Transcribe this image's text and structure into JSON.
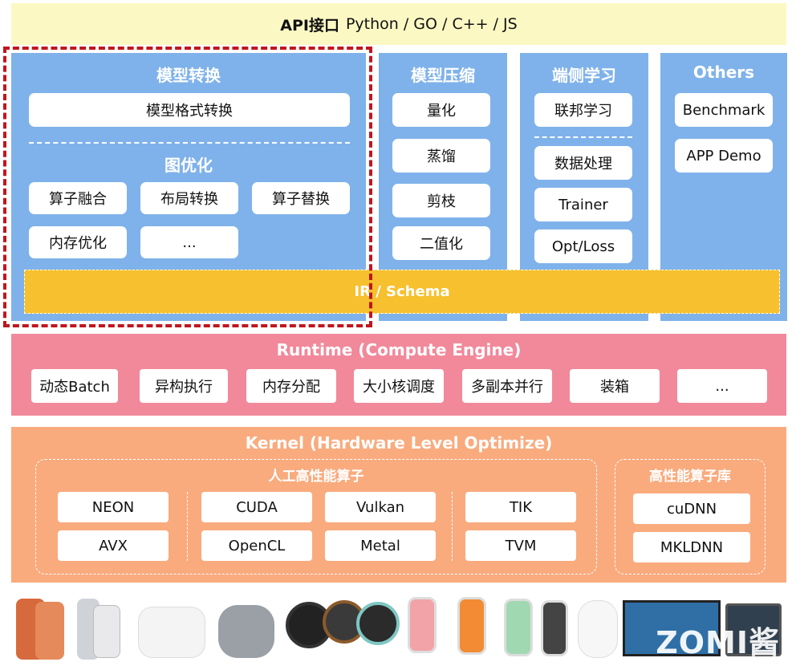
{
  "api": {
    "bold": "API接口",
    "langs": "Python / GO / C++ / JS"
  },
  "model_convert": {
    "title": "模型转换",
    "format": "模型格式转换",
    "graph_opt_title": "图优化",
    "items": [
      "算子融合",
      "布局转换",
      "算子替换",
      "内存优化",
      "..."
    ]
  },
  "compression": {
    "title": "模型压缩",
    "items": [
      "量化",
      "蒸馏",
      "剪枝",
      "二值化"
    ]
  },
  "ondevice": {
    "title": "端侧学习",
    "items": [
      "联邦学习",
      "数据处理",
      "Trainer",
      "Opt/Loss"
    ]
  },
  "others": {
    "title": "Others",
    "items": [
      "Benchmark",
      "APP Demo"
    ]
  },
  "ir": "IR / Schema",
  "runtime": {
    "title": "Runtime (Compute Engine)",
    "items": [
      "动态Batch",
      "异构执行",
      "内存分配",
      "大小核调度",
      "多副本并行",
      "装箱",
      "..."
    ]
  },
  "kernel": {
    "title": "Kernel (Hardware Level Optimize)",
    "group1_title": "人工高性能算子",
    "group1_items": [
      "NEON",
      "AVX",
      "CUDA",
      "OpenCL",
      "Vulkan",
      "Metal",
      "TIK",
      "TVM"
    ],
    "group2_title": "高性能算子库",
    "group2_items": [
      "cuDNN",
      "MKLDNN"
    ]
  },
  "watermark": "ZOMI酱",
  "colors": {
    "api_bg": "#fbf8c4",
    "column_blue": "#7fb2ea",
    "ir_yellow": "#f6c02e",
    "runtime_pink": "#f1899b",
    "kernel_orange": "#f9ab7e",
    "highlight_red": "#c0161e"
  }
}
